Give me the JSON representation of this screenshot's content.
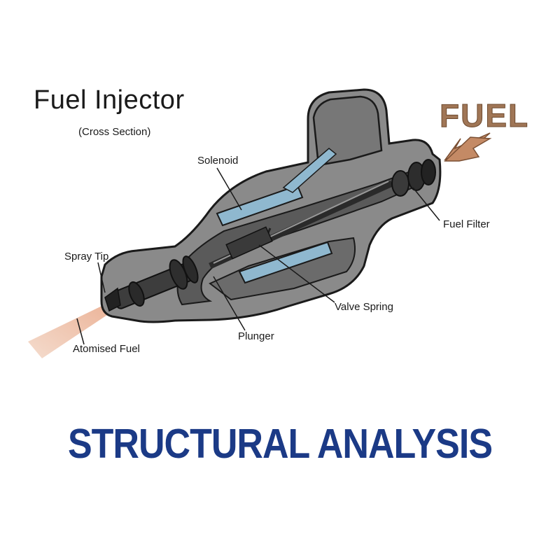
{
  "diagram": {
    "title": "Fuel Injector",
    "subtitle": "(Cross Section)",
    "fuel_label": "FUEL",
    "banner": "STRUCTURAL ANALYSIS",
    "labels": {
      "solenoid": "Solenoid",
      "spray_tip": "Spray Tip",
      "fuel_filter": "Fuel Filter",
      "valve_spring": "Valve Spring",
      "plunger": "Plunger",
      "atomised_fuel": "Atomised Fuel"
    },
    "colors": {
      "body": "#8a8a8a",
      "body_dark": "#5f5f5f",
      "outline": "#1a1a1a",
      "solenoid": "#8fb8cf",
      "fuel_arrow": "#c48a65",
      "spray": "#e8b59a",
      "banner": "#1b3a86"
    }
  }
}
